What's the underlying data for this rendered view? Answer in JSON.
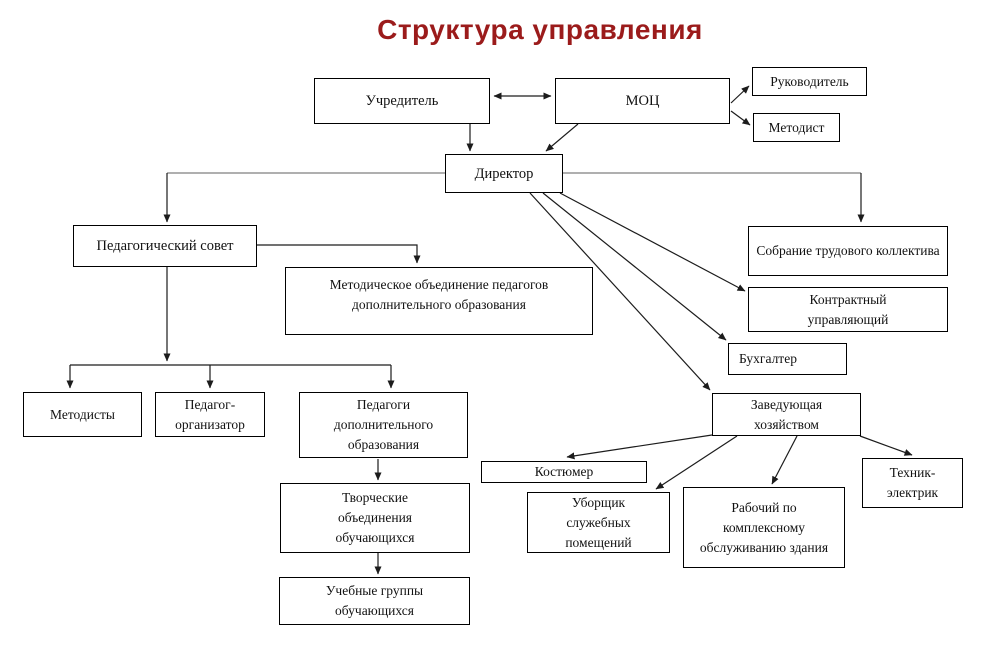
{
  "title": "Структура управления",
  "title_color": "#9b1b1b",
  "line_color": "#1c1c1c",
  "nodes": {
    "uchreditel": {
      "label": "Учредитель"
    },
    "mots": {
      "label": "МОЦ"
    },
    "rukovoditel": {
      "label": "Руководитель"
    },
    "metodist": {
      "label": "Методист"
    },
    "direktor": {
      "label": "Директор"
    },
    "pedsovet": {
      "label": "Педагогический совет"
    },
    "metodobedinenie": {
      "label": "Методическое объединение педагогов дополнительного образования"
    },
    "sobranie": {
      "label": "Собрание трудового коллектива"
    },
    "kontraktny": {
      "label": "Контрактный управляющий"
    },
    "buhgalter": {
      "label": "Бухгалтер"
    },
    "zavkhoz": {
      "label": "Заведующая хозяйством"
    },
    "metodisty": {
      "label": "Методисты"
    },
    "pedorg": {
      "label": "Педагог-организатор"
    },
    "pedagogi": {
      "label": "Педагоги дополнительного образования"
    },
    "tvorcheskie": {
      "label": "Творческие объединения обучающихся"
    },
    "uchebnye": {
      "label": "Учебные группы обучающихся"
    },
    "kostyumer": {
      "label": "Костюмер"
    },
    "uborshchik": {
      "label": "Уборщик служебных помещений"
    },
    "rabochiy": {
      "label": "Рабочий по комплексному обслуживанию здания"
    },
    "tekhnik": {
      "label": "Техник-электрик"
    }
  }
}
